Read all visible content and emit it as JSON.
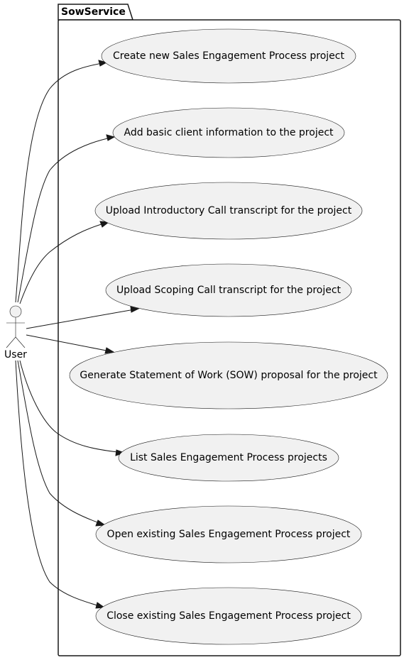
{
  "package": {
    "name": "SowService"
  },
  "actor": {
    "name": "User"
  },
  "use_cases": [
    "Create new Sales Engagement Process project",
    "Add basic client information to the project",
    "Upload Introductory Call transcript for the project",
    "Upload Scoping Call transcript for the project",
    "Generate Statement of Work (SOW) proposal for the project",
    "List Sales Engagement Process projects",
    "Open existing Sales Engagement Process project",
    "Close existing Sales Engagement Process project"
  ],
  "colors": {
    "usecase_fill": "#f1f1f1",
    "line": "#181818",
    "background": "#ffffff"
  }
}
